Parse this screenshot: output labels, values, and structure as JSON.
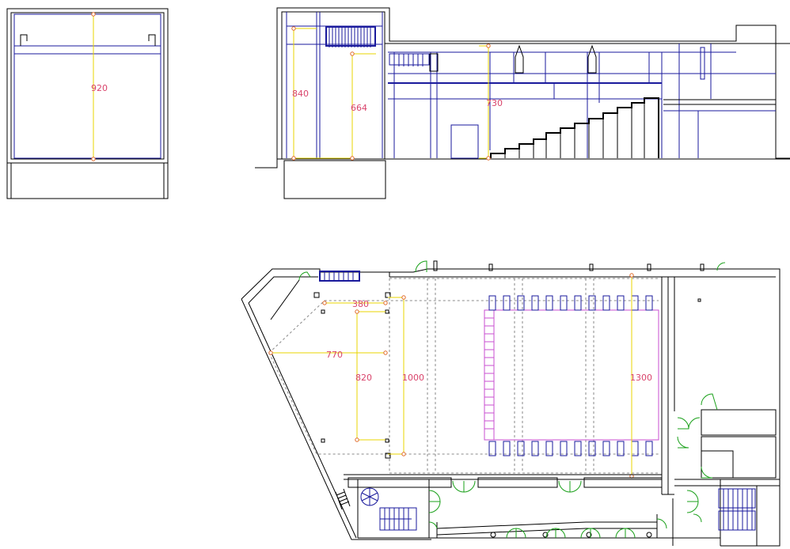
{
  "dimensions": {
    "section_left_height": "920",
    "section_stage_height": "840",
    "section_stage_inner_height": "664",
    "section_hall_height": "730",
    "plan_stage_width": "380",
    "plan_stage_depth": "770",
    "plan_stage_inner": "820",
    "plan_stage_outer": "1000",
    "plan_hall_width": "1300"
  },
  "colors": {
    "walls": "#000000",
    "structure": "#1a1a9c",
    "dimension_lines": "#e8d400",
    "dimension_text": "#d9436b",
    "doors": "#1aa01a",
    "seating_outline": "#c84fd0"
  }
}
